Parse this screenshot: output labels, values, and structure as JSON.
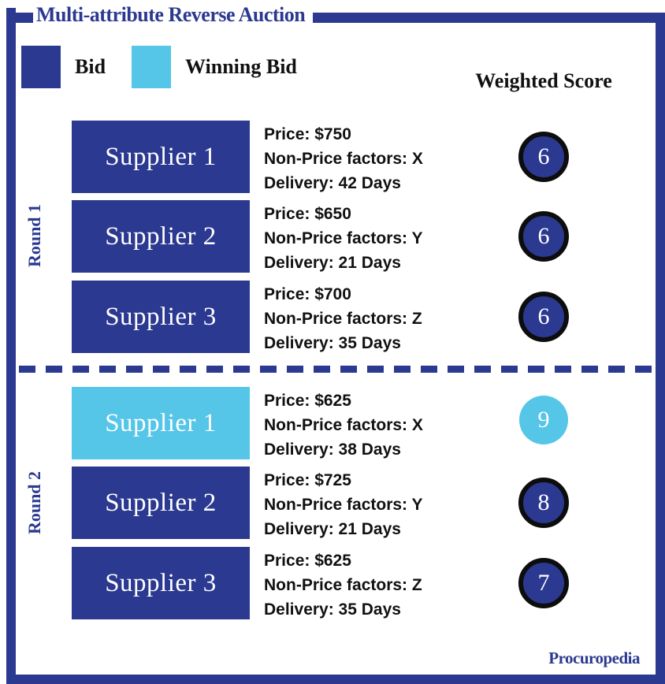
{
  "title": "Multi-attribute Reverse Auction",
  "legend": {
    "bid": "Bid",
    "winning_bid": "Winning Bid"
  },
  "weighted_score_header": "Weighted Score",
  "brand": "Procuropedia",
  "colors": {
    "navy": "#2B3990",
    "winning_blue": "#55C5E8",
    "text_black": "#111111",
    "circle_border": "#0D0D0D",
    "background": "#FFFFFF"
  },
  "rounds": [
    {
      "label": "Round 1",
      "bids": [
        {
          "supplier": "Supplier 1",
          "price": "Price: $750",
          "non_price_factors": "Non-Price factors: X",
          "delivery": "Delivery: 42 Days",
          "weighted_score": "6",
          "winning": false
        },
        {
          "supplier": "Supplier 2",
          "price": "Price: $650",
          "non_price_factors": "Non-Price factors: Y",
          "delivery": "Delivery: 21 Days",
          "weighted_score": "6",
          "winning": false
        },
        {
          "supplier": "Supplier 3",
          "price": "Price: $700",
          "non_price_factors": "Non-Price factors: Z",
          "delivery": "Delivery: 35 Days",
          "weighted_score": "6",
          "winning": false
        }
      ]
    },
    {
      "label": "Round 2",
      "bids": [
        {
          "supplier": "Supplier 1",
          "price": "Price: $625",
          "non_price_factors": "Non-Price factors: X",
          "delivery": "Delivery: 38 Days",
          "weighted_score": "9",
          "winning": true
        },
        {
          "supplier": "Supplier 2",
          "price": "Price: $725",
          "non_price_factors": "Non-Price factors: Y",
          "delivery": "Delivery: 21 Days",
          "weighted_score": "8",
          "winning": false
        },
        {
          "supplier": "Supplier 3",
          "price": "Price: $625",
          "non_price_factors": "Non-Price factors: Z",
          "delivery": "Delivery: 35 Days",
          "weighted_score": "7",
          "winning": false
        }
      ]
    }
  ]
}
